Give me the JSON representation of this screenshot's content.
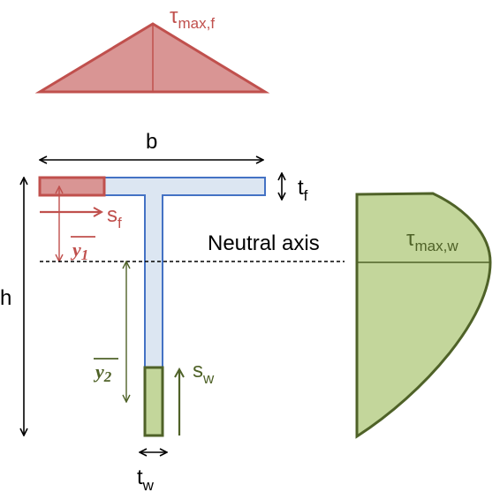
{
  "labels": {
    "tau_max_f": {
      "main": "τ",
      "sub": "max,f"
    },
    "b": "b",
    "t_f": {
      "main": "t",
      "sub": "f"
    },
    "s_f": {
      "main": "s",
      "sub": "f"
    },
    "y1": {
      "main": "y",
      "sub": "1"
    },
    "neutral_axis": "Neutral axis",
    "tau_max_w": {
      "main": "τ",
      "sub": "max,w"
    },
    "h": "h",
    "y2": {
      "main": "y",
      "sub": "2"
    },
    "s_w": {
      "main": "s",
      "sub": "w"
    },
    "t_w": {
      "main": "t",
      "sub": "w"
    }
  },
  "colors": {
    "flange_shear": "#c0504d",
    "flange_shear_fill": "#d99594",
    "web_shear": "#4f6228",
    "web_shear_fill": "#c3d69b",
    "section_outline": "#4472c4",
    "section_fill": "#dce6f2",
    "ink": "#000000"
  }
}
